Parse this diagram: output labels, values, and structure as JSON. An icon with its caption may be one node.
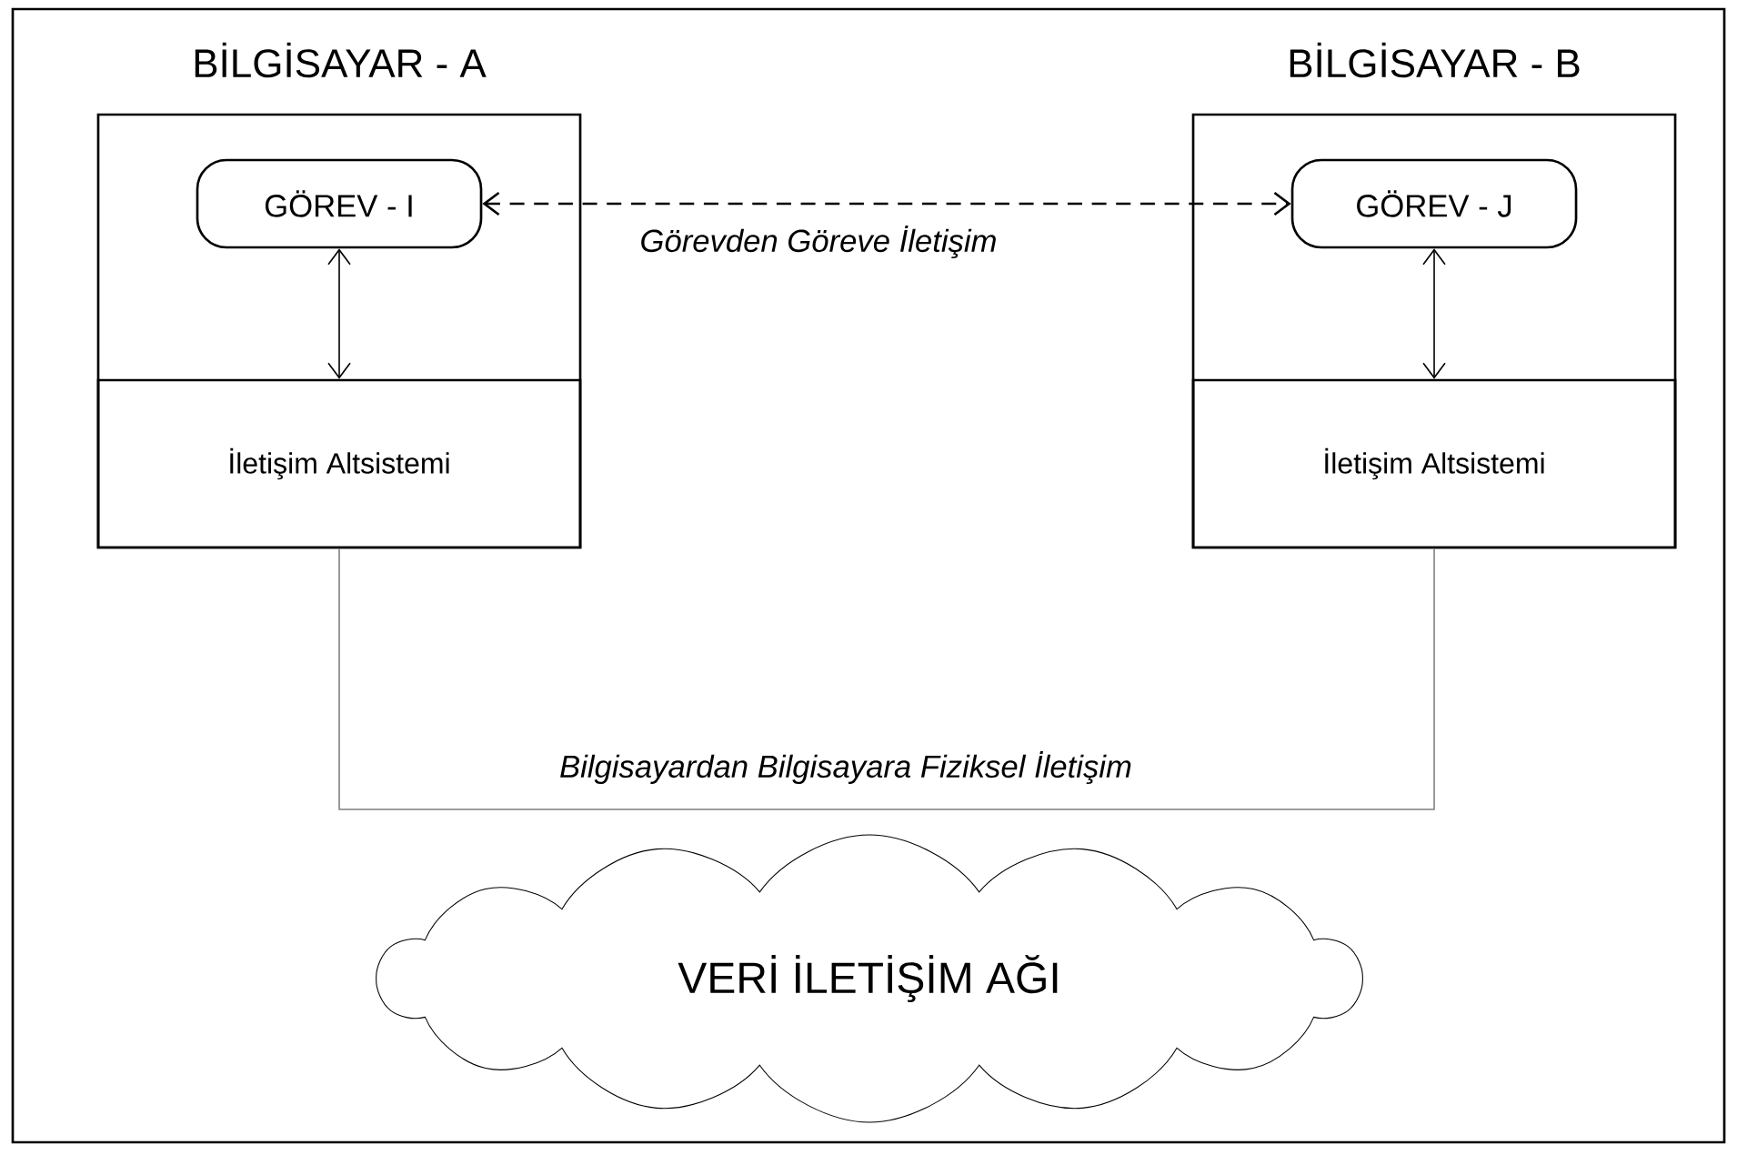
{
  "diagram": {
    "nodes": [
      {
        "text": [
          "BİLGİSAYAR - A"
        ]
      },
      {
        "text": [
          "GÖREV - I"
        ],
        "in": 0
      },
      {
        "text": [
          "İletişim Altsistemi"
        ],
        "in": 0
      },
      {
        "text": [
          "BİLGİSAYAR - B"
        ]
      },
      {
        "text": [
          "GÖREV - J"
        ],
        "in": 3
      },
      {
        "text": [
          "İletişim Altsistemi"
        ],
        "in": 3
      },
      {
        "text": [
          "VERİ İLETİŞİM AĞI"
        ]
      }
    ],
    "edges": [
      {
        "from": 1,
        "to": 4,
        "arrow": "both",
        "style": "dashed",
        "label": "Görevden Göreve İletişim"
      },
      {
        "from": 1,
        "to": 2,
        "arrow": "both"
      },
      {
        "from": 4,
        "to": 5,
        "arrow": "both"
      },
      {
        "from": 2,
        "to": 5,
        "arrow": "none",
        "color": "#808080",
        "label": "Bilgisayardan Bilgisayara Fiziksel İletişim"
      }
    ]
  }
}
